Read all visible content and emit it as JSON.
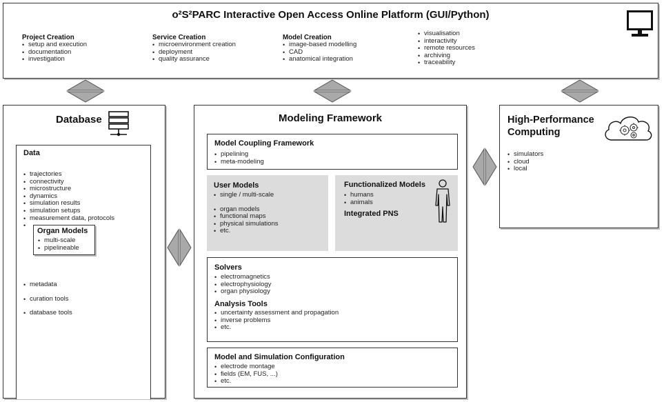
{
  "platform": {
    "title": "o²S²PARC Interactive Open Access Online Platform (GUI/Python)",
    "columns": [
      {
        "heading": "Project Creation",
        "items": [
          "setup and execution",
          "documentation",
          "investigation"
        ]
      },
      {
        "heading": "Service Creation",
        "items": [
          "microenvironment creation",
          "deployment",
          "quality assurance"
        ]
      },
      {
        "heading": "Model Creation",
        "items": [
          "image-based modelling",
          "CAD",
          "anatomical integration"
        ]
      },
      {
        "heading": "",
        "items": [
          "visualisation",
          "interactivity",
          "remote resources",
          "archiving",
          "traceability"
        ]
      }
    ]
  },
  "database": {
    "title": "Database",
    "data_heading": "Data",
    "data_items": [
      "trajectories",
      "connectivity",
      "microstructure",
      "dynamics",
      "simulation results",
      "simulation setups",
      "measurement data, protocols",
      ""
    ],
    "organ_models": {
      "heading": "Organ Models",
      "items": [
        "multi-scale",
        "pipelineable"
      ]
    },
    "extra_items": [
      "metadata",
      "curation tools",
      "database tools"
    ]
  },
  "modeling": {
    "title": "Modeling Framework",
    "coupling": {
      "heading": "Model Coupling Framework",
      "items": [
        "pipelining",
        "meta-modeling"
      ]
    },
    "user_models": {
      "heading": "User Models",
      "items": [
        "single / multi-scale",
        "organ models",
        "functional maps",
        "physical simulations",
        "etc."
      ]
    },
    "functionalized": {
      "heading": "Functionalized Models",
      "items": [
        "humans",
        "animals"
      ],
      "pns_heading": "Integrated PNS"
    },
    "solvers": {
      "heading": "Solvers",
      "items": [
        "electromagnetics",
        "electrophysiology",
        "organ physiology"
      ]
    },
    "analysis": {
      "heading": "Analysis Tools",
      "items": [
        "uncertainty assessment and propagation",
        "inverse problems",
        "etc."
      ]
    },
    "config": {
      "heading": "Model and Simulation Configuration",
      "items": [
        "electrode montage",
        "fields (EM, FUS, ...)",
        "etc."
      ]
    }
  },
  "hpc": {
    "title_line1": "High-Performance",
    "title_line2": "Computing",
    "items": [
      "simulators",
      "cloud",
      "local"
    ]
  },
  "icons": {
    "platform": "monitor-icon",
    "database": "server-stack-icon",
    "hpc": "cloud-gears-icon",
    "functionalized": "human-figure-icon"
  },
  "colors": {
    "border": "#333333",
    "grey_panel": "#dcdcdc",
    "arrow_fill": "#a9a9a9"
  }
}
